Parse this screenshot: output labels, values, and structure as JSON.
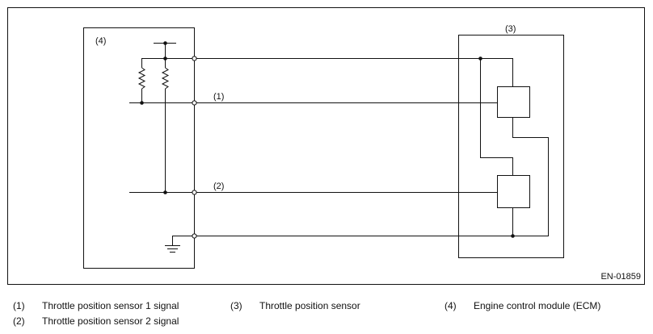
{
  "diagram": {
    "label_ecm": "(4)",
    "label_sensor": "(3)",
    "label_signal1": "(1)",
    "label_signal2": "(2)",
    "figure_id": "EN-01859"
  },
  "legend": [
    {
      "num": "(1)",
      "text": "Throttle position sensor 1 signal"
    },
    {
      "num": "(3)",
      "text": "Throttle position sensor"
    },
    {
      "num": "(4)",
      "text": "Engine control module (ECM)"
    },
    {
      "num": "(2)",
      "text": "Throttle position sensor 2 signal"
    }
  ]
}
